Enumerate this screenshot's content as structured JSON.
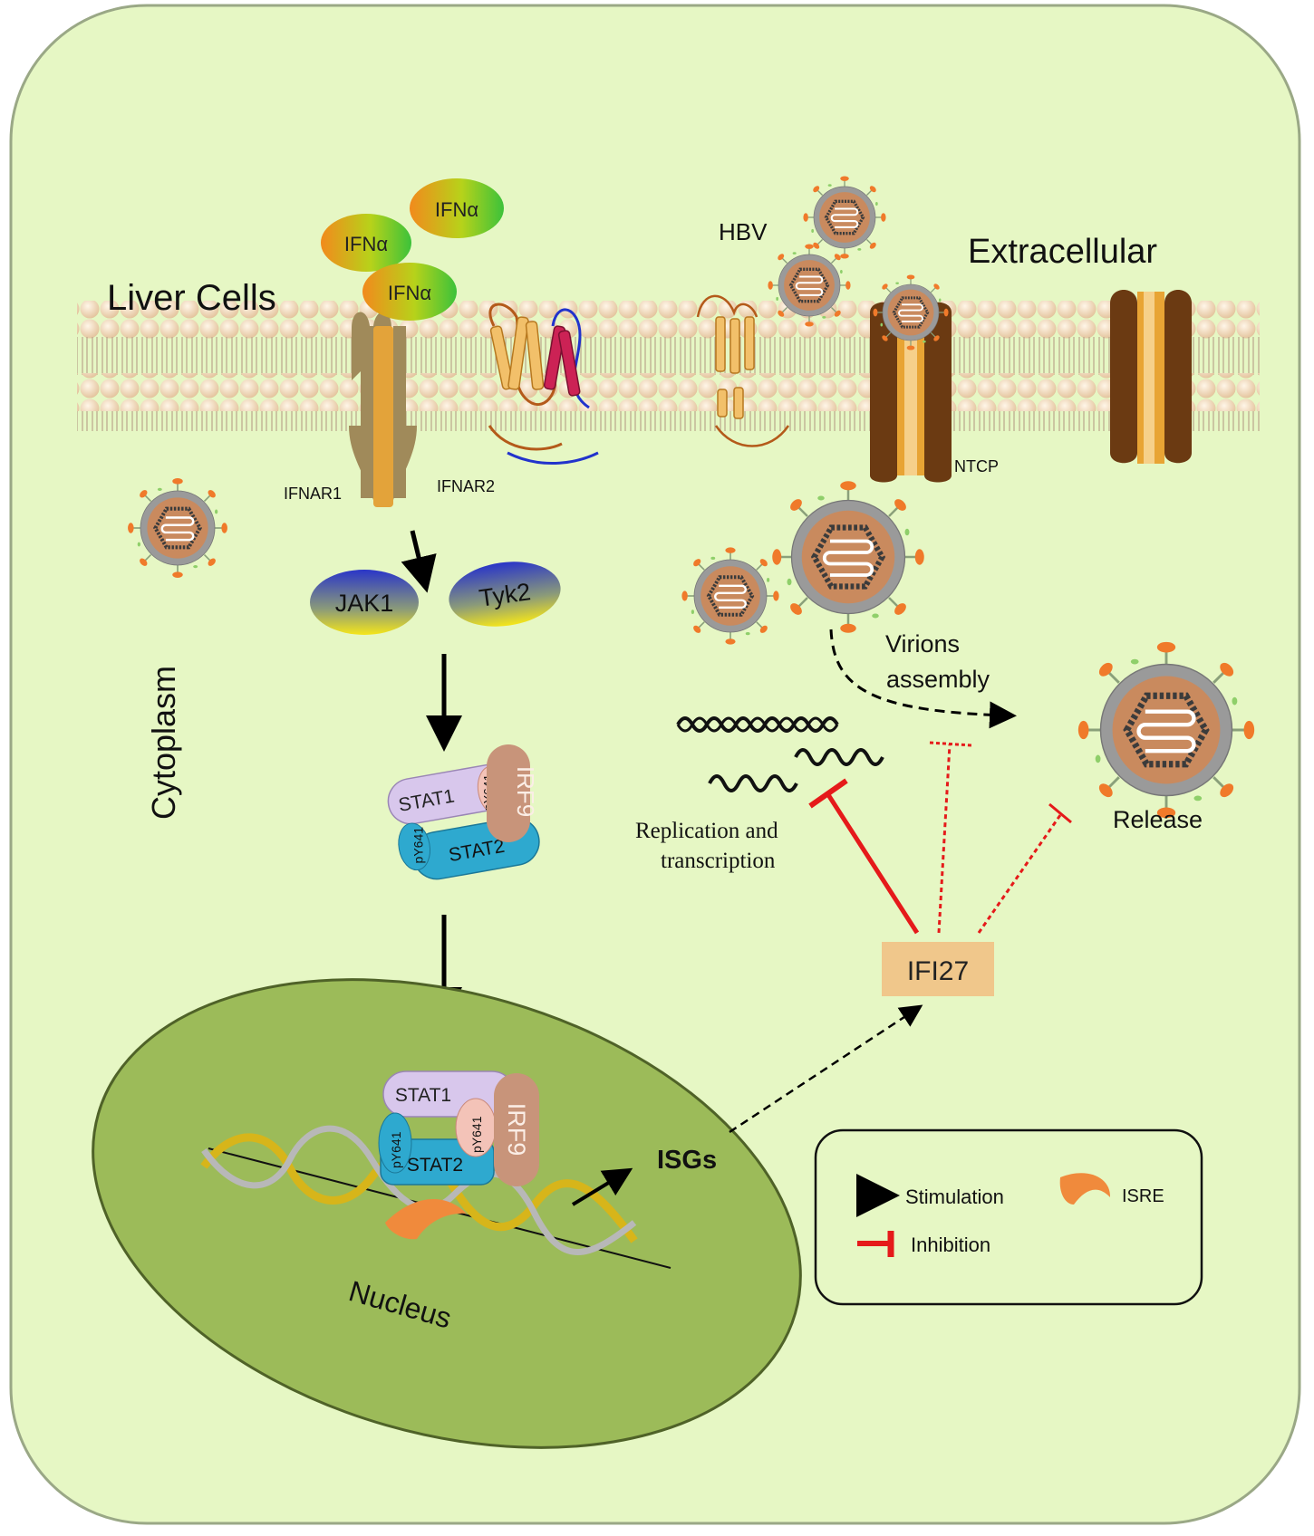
{
  "labels": {
    "liver_cells": "Liver Cells",
    "extracellular": "Extracellular",
    "cytoplasm": "Cytoplasm",
    "nucleus": "Nucleus",
    "hbv": "HBV",
    "ifna": "IFNα",
    "ifnar1": "IFNAR1",
    "ifnar2": "IFNAR2",
    "ntcp": "NTCP",
    "jak1": "JAK1",
    "tyk2": "Tyk2",
    "stat1": "STAT1",
    "stat2": "STAT2",
    "irf9": "IRF9",
    "py641": "pY641",
    "isgs": "ISGs",
    "ifi27": "IFI27",
    "virions_assembly_1": "Virions",
    "virions_assembly_2": "assembly",
    "release": "Release",
    "replication_1": "Replication and",
    "replication_2": "transcription"
  },
  "legend": {
    "stimulation": "Stimulation",
    "inhibition": "Inhibition",
    "isre": "ISRE"
  },
  "colors": {
    "cell_fill": "#e6f7c4",
    "cell_stroke": "#9aa886",
    "nucleus_fill": "#9cbb59",
    "nucleus_stroke": "#4f6228",
    "lipid_head": "#f0d5b0",
    "inhibition_red": "#e51a1a",
    "ifi27_fill": "#f0c78b",
    "stat1_fill": "#d8c7ec",
    "stat2_fill": "#2ea9cf",
    "irf9_fill": "#c8947a",
    "py_fill": "#f3c3b8",
    "isre_orange": "#f08a3c",
    "virion_core": "#c98a5e"
  }
}
